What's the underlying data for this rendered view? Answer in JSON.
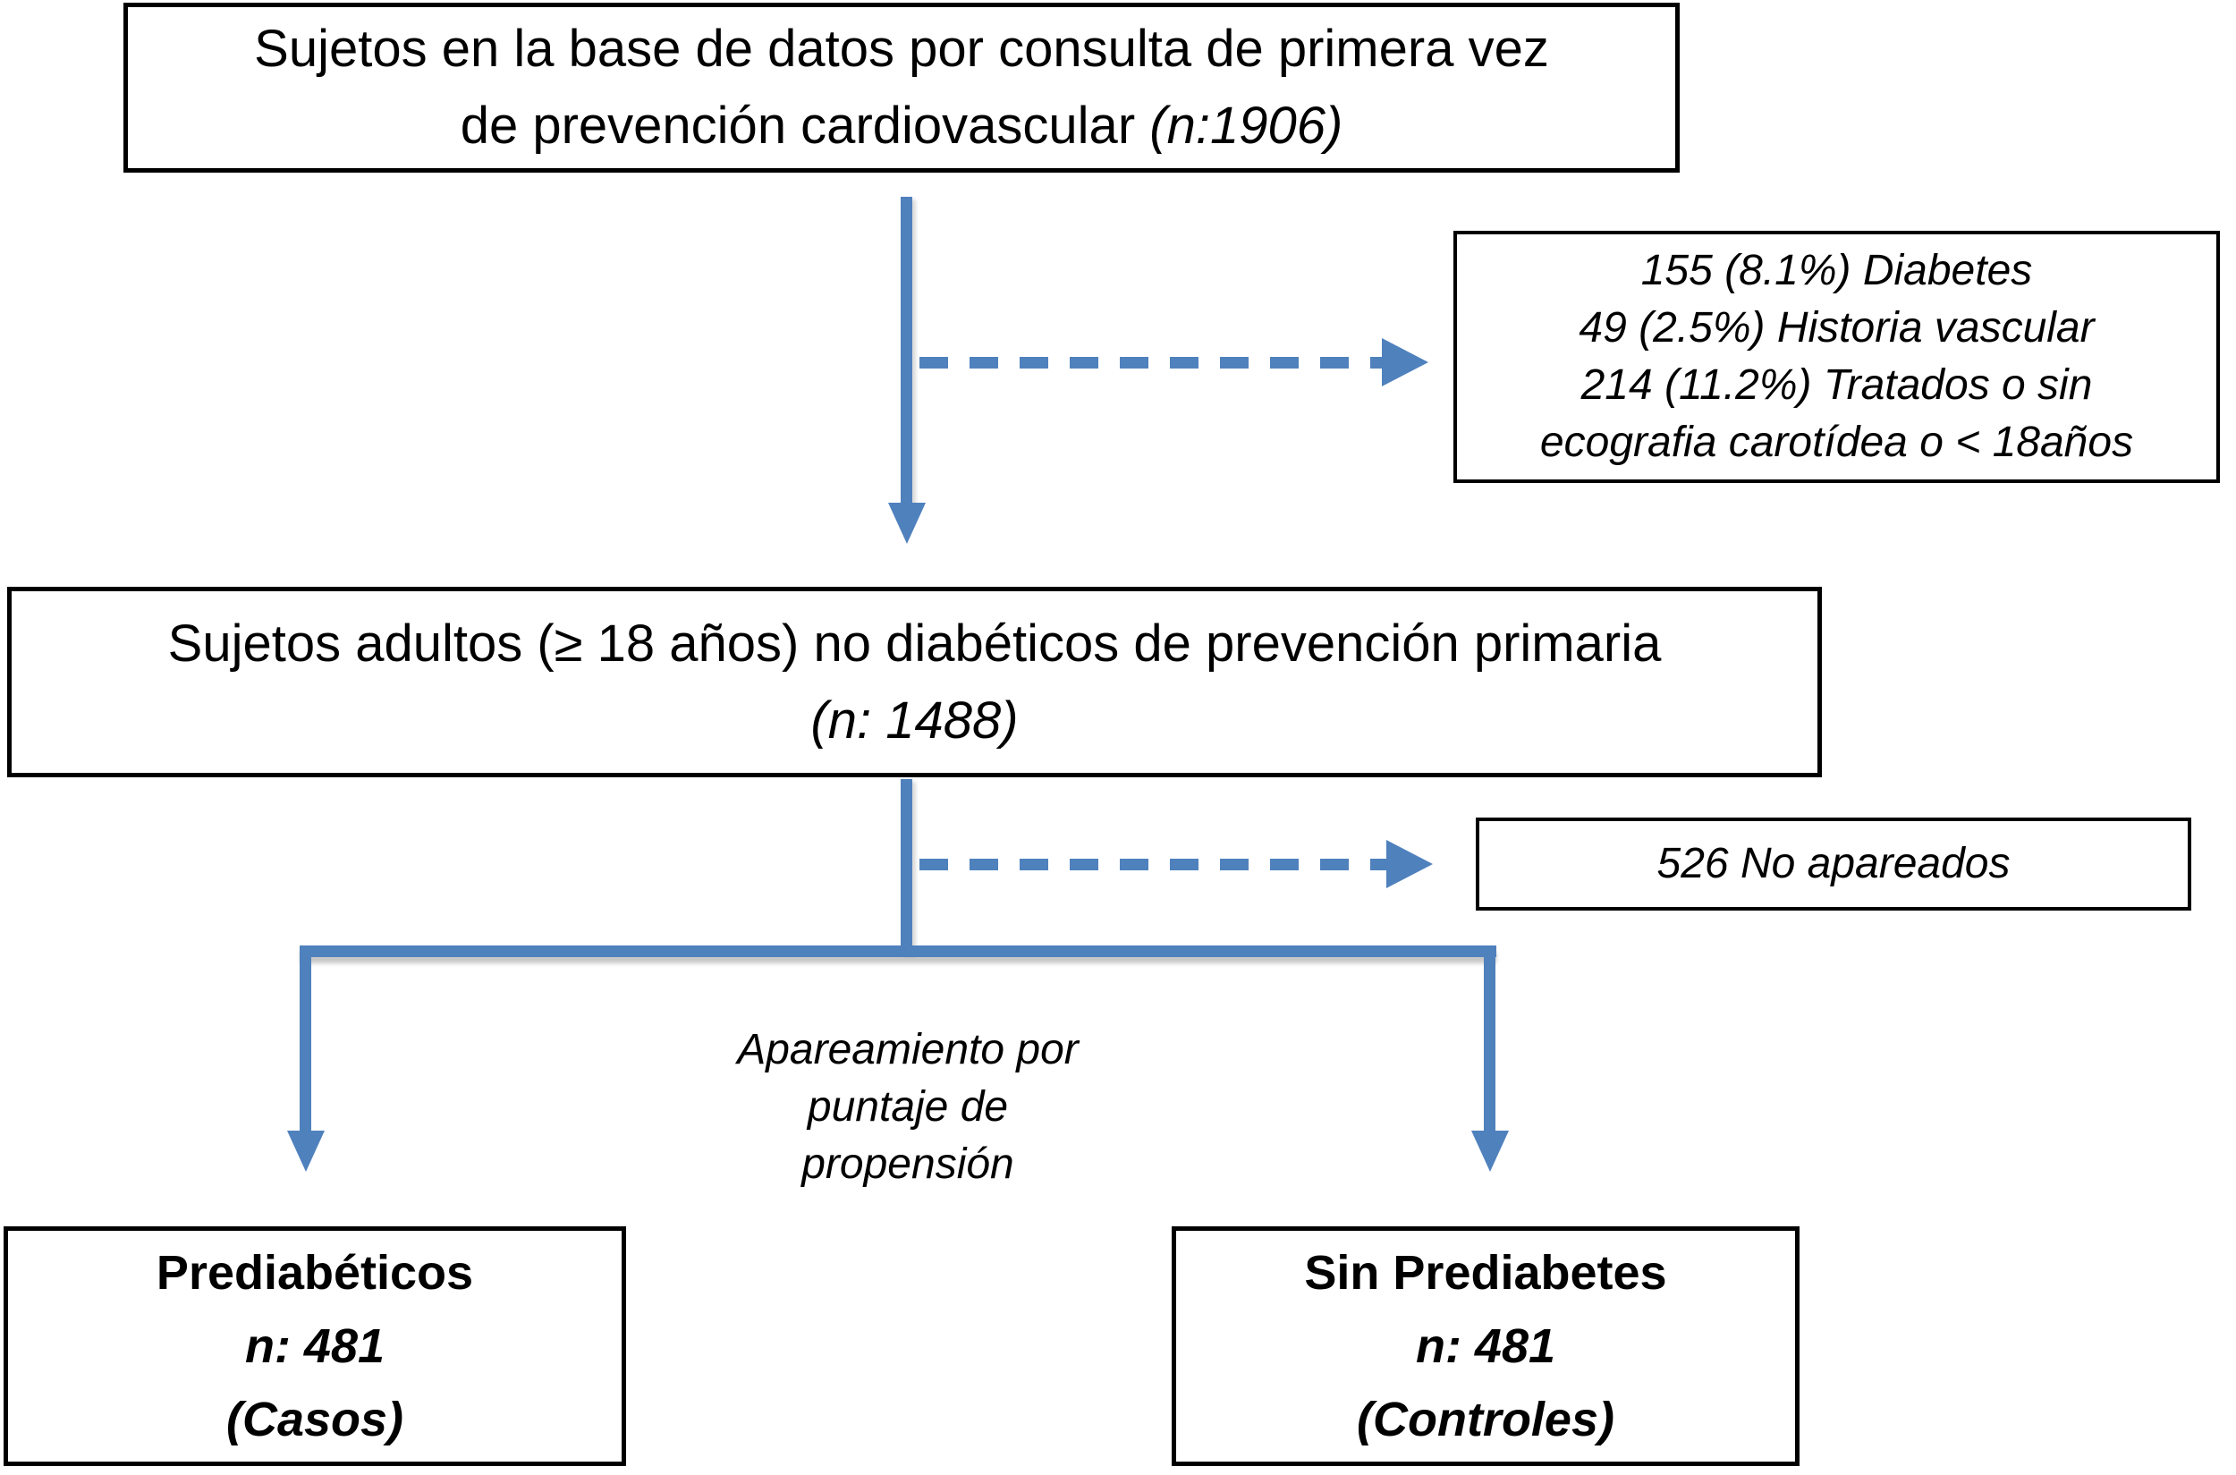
{
  "colors": {
    "accent_blue": "#4f81bd",
    "box_border": "#000000",
    "text": "#000000"
  },
  "boxes": {
    "source": {
      "line1": "Sujetos en la base de datos por consulta de primera vez",
      "line2_text": "de prevención cardiovascular",
      "line2_n": "(n:1906)"
    },
    "exclusions": {
      "lines": [
        "155 (8.1%) Diabetes",
        "49 (2.5%) Historia vascular",
        "214 (11.2%) Tratados o sin",
        "ecografia carotídea o < 18años"
      ]
    },
    "eligible": {
      "line1": "Sujetos adultos (≥ 18 años) no diabéticos de prevención primaria",
      "line2_n": "(n: 1488)"
    },
    "unmatched": {
      "text": "526 No apareados"
    },
    "cases": {
      "title": "Prediabéticos",
      "n": "n: 481",
      "role": "(Casos)"
    },
    "controls": {
      "title": "Sin Prediabetes",
      "n": "n: 481",
      "role": "(Controles)"
    }
  },
  "labels": {
    "matching": [
      "Apareamiento por",
      "puntaje de",
      "propensión"
    ]
  }
}
